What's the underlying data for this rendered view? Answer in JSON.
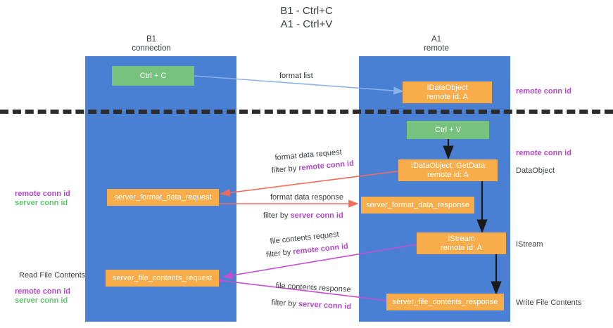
{
  "title": {
    "line1": "B1 - Ctrl+C",
    "line2": "A1 - Ctrl+V"
  },
  "lanes": [
    {
      "name": "B1",
      "subtitle": "connection"
    },
    {
      "name": "A1",
      "subtitle": "remote"
    }
  ],
  "nodes": {
    "ctrl_c": {
      "line1": "Ctrl + C",
      "line2": ""
    },
    "idataobject": {
      "line1": "IDataObject",
      "line2": "remote id: A"
    },
    "ctrl_v": {
      "line1": "Ctrl + V",
      "line2": ""
    },
    "getdata": {
      "line1": "IDataObject::GetData",
      "line2": "remote id: A"
    },
    "fmt_req": {
      "line1": "server_format_data_request",
      "line2": ""
    },
    "fmt_resp": {
      "line1": "server_format_data_response",
      "line2": ""
    },
    "istream": {
      "line1": "IStream",
      "line2": "remote id: A"
    },
    "file_req": {
      "line1": "server_file_contents_request",
      "line2": ""
    },
    "file_resp": {
      "line1": "server_file_contents_response",
      "line2": ""
    }
  },
  "edge_labels": {
    "format_list": "format list",
    "format_data_request": "format data request",
    "format_data_request_filter_prefix": "filter by ",
    "format_data_request_filter_key": "remote conn id",
    "format_data_response": "format data response",
    "format_data_response_filter_prefix": "filter by ",
    "format_data_response_filter_key": "server conn id",
    "file_contents_request": "file contents request",
    "file_contents_request_filter_prefix": "filter by ",
    "file_contents_request_filter_key": "remote conn id",
    "file_contents_response": "file contents response",
    "file_contents_response_filter_prefix": "filter by ",
    "file_contents_response_filter_key": "server conn id"
  },
  "side_labels": {
    "right_remote_conn_top": "remote conn id",
    "right_remote_conn_mid": "remote conn id",
    "right_dataobject": "DataObject",
    "right_istream": "IStream",
    "right_write_file": "Write File Contents",
    "left_read_file": "Read File Contents",
    "left_remote_conn_mid": "remote conn id",
    "left_server_conn_mid": "server conn id",
    "left_remote_conn_bot": "remote conn id",
    "left_server_conn_bot": "server conn id"
  },
  "colors": {
    "lane": "#4a80d4",
    "green_node": "#78c27f",
    "orange_node": "#f9ad4a",
    "purple_text": "#b349c9",
    "green_text": "#61c46f",
    "arrow_blue": "#8ab4e8",
    "arrow_red": "#ef6c5c",
    "arrow_magenta": "#c44fd0",
    "arrow_black": "#1a1a1a",
    "separator": "#2b2b2b",
    "background": "#ffffff"
  }
}
